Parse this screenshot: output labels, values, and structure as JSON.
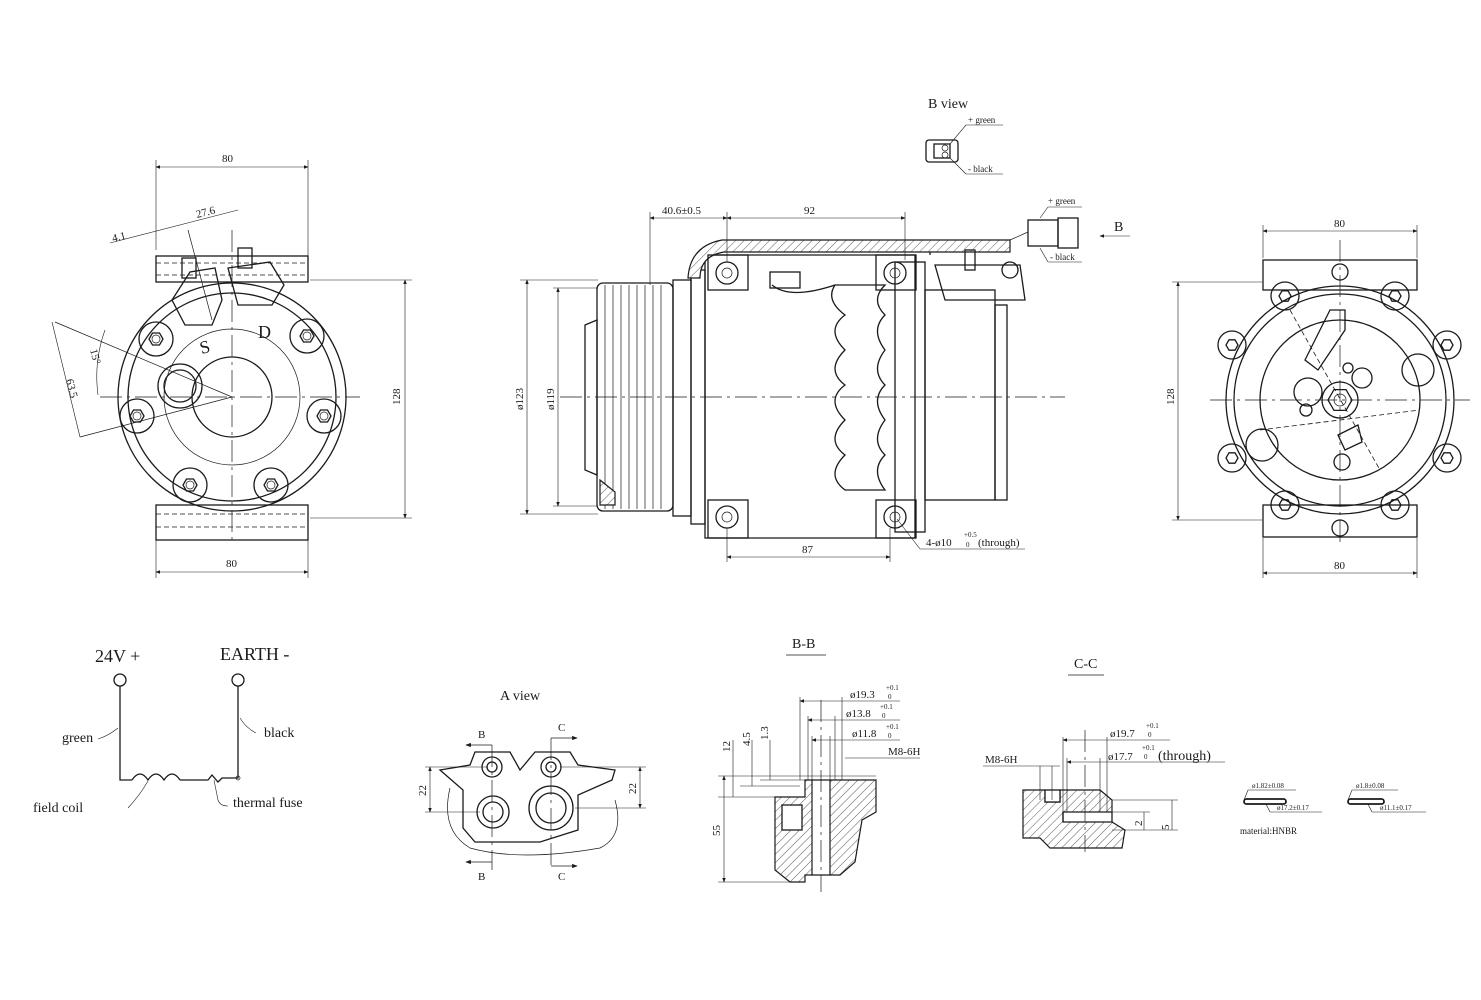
{
  "front_view": {
    "dim_top_width": "80",
    "dim_bottom_width": "80",
    "dim_height": "128",
    "dim_27_6": "27.6",
    "dim_4_1": "4.1",
    "dim_63_5": "63.5",
    "dim_angle": "15°",
    "port_s": "S",
    "port_d": "D"
  },
  "side_view": {
    "dim_40_6": "40.6±0.5",
    "dim_92": "92",
    "dim_87": "87",
    "dim_d123": "ø123",
    "dim_d119": "ø119",
    "holes_label": "4-ø10",
    "holes_tol_upper": "+0.5",
    "holes_tol_lower": "0",
    "holes_suffix": "(through)",
    "connector_green": "+ green",
    "connector_black": "- black",
    "b_arrow": "B"
  },
  "b_view": {
    "title": "B view",
    "green": "+ green",
    "black": "- black"
  },
  "rear_view": {
    "dim_top": "80",
    "dim_bottom": "80",
    "dim_height": "128"
  },
  "wiring": {
    "positive": "24V +",
    "earth": "EARTH -",
    "green": "green",
    "black": "black",
    "field_coil": "field coil",
    "thermal_fuse": "thermal fuse"
  },
  "a_view": {
    "title": "A view",
    "dim_left": "22",
    "dim_right": "22",
    "mark_b_top": "B",
    "mark_b_bottom": "B",
    "mark_c_top": "C",
    "mark_c_bottom": "C"
  },
  "section_bb": {
    "title": "B-B",
    "d1": "ø19.3",
    "d1_tol_upper": "+0.1",
    "d1_tol_lower": "0",
    "d2": "ø13.8",
    "d2_tol_upper": "+0.1",
    "d2_tol_lower": "0",
    "d3": "ø11.8",
    "d3_tol_upper": "+0.1",
    "d3_tol_lower": "0",
    "thread": "M8-6H",
    "h12": "12",
    "h4_5": "4.5",
    "h1_3": "1.3",
    "h55": "55"
  },
  "section_cc": {
    "title": "C-C",
    "thread": "M8-6H",
    "d1": "ø19.7",
    "d1_tol_upper": "+0.1",
    "d1_tol_lower": "0",
    "d2": "ø17.7",
    "d2_tol_upper": "+0.1",
    "d2_tol_lower": "0",
    "d2_suffix": "(through)",
    "h2": "2",
    "h5": "5"
  },
  "orings": {
    "ring1_section": "ø1.82±0.08",
    "ring1_inner": "ø17.2±0.17",
    "ring2_section": "ø1.8±0.08",
    "ring2_inner": "ø11.1±0.17",
    "material": "material:HNBR"
  }
}
